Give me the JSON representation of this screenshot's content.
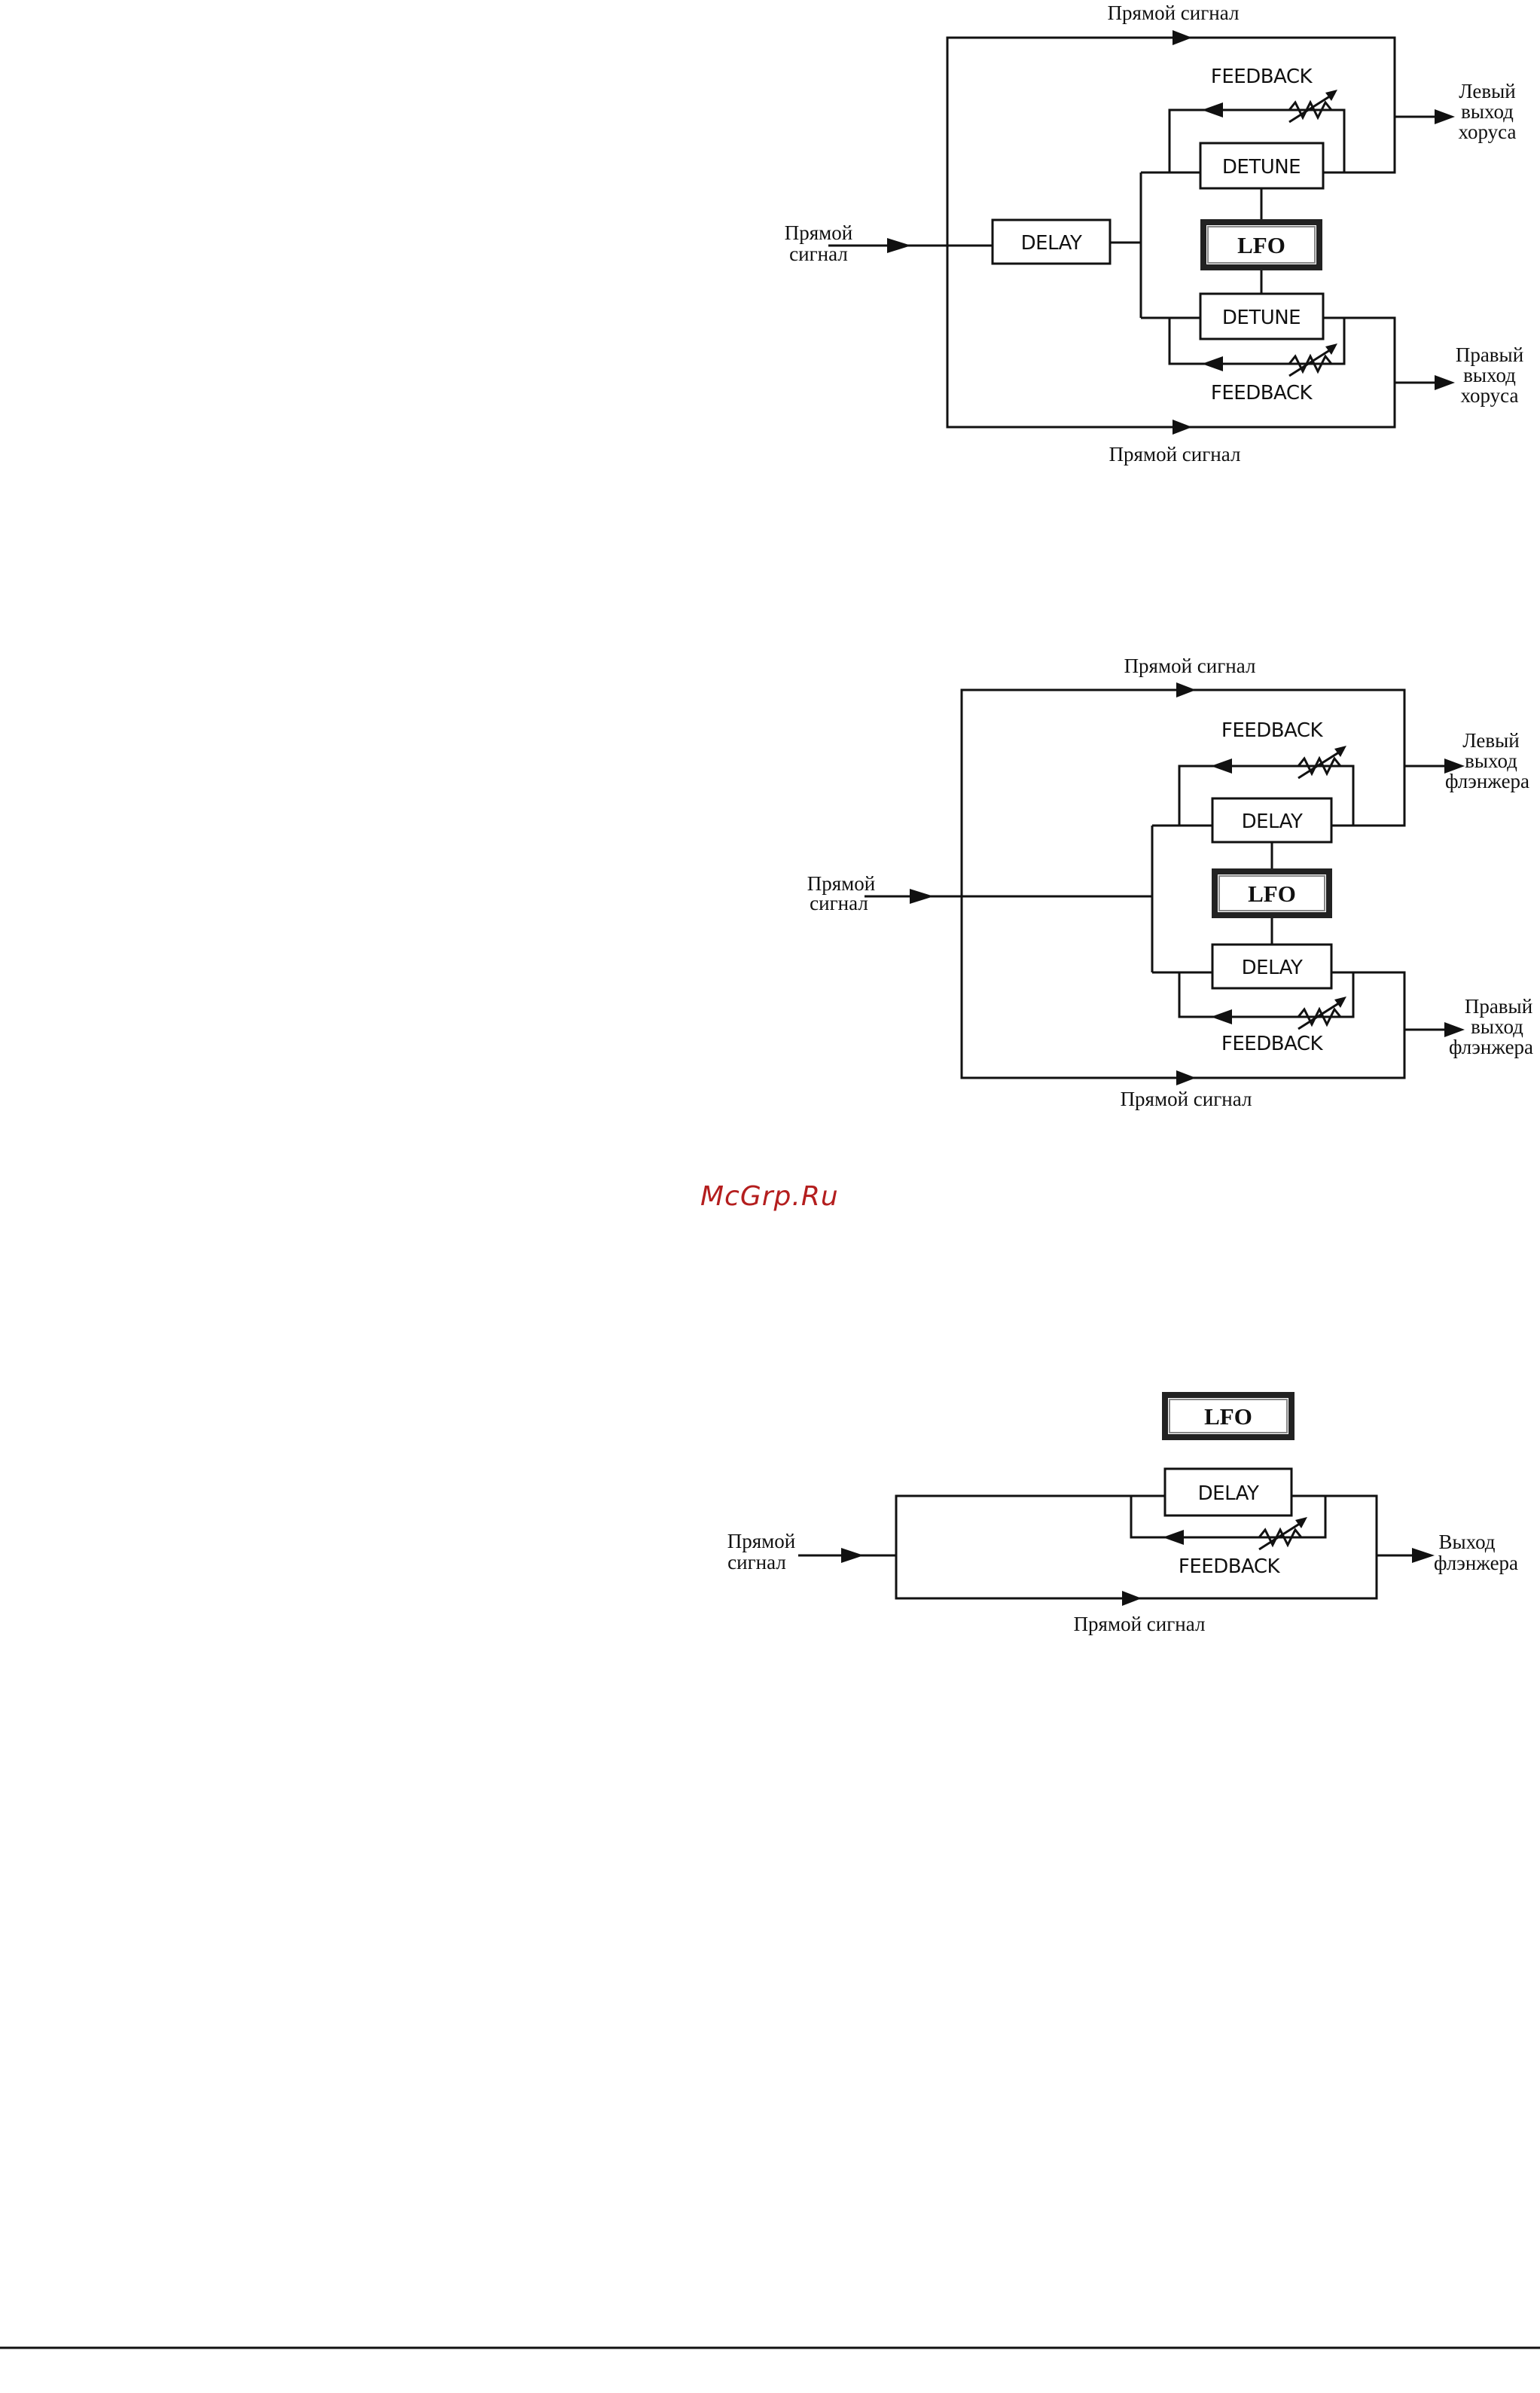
{
  "diagrams": [
    {
      "id": "chorus",
      "input_label": [
        "Прямой",
        "сигнал"
      ],
      "dry_top": "Прямой сигнал",
      "dry_bottom": "Прямой сигнал",
      "delay": "DELAY",
      "detune_top": "DETUNE",
      "detune_bottom": "DETUNE",
      "lfo": "LFO",
      "feedback_top": "FEEDBACK",
      "feedback_bottom": "FEEDBACK",
      "out_left": [
        "Левый",
        "выход",
        "хоруса"
      ],
      "out_right": [
        "Правый",
        "выход",
        "хоруса"
      ]
    },
    {
      "id": "stereo-flanger",
      "input_label": [
        "Прямой",
        "сигнал"
      ],
      "dry_top": "Прямой сигнал",
      "dry_bottom": "Прямой сигнал",
      "delay_top": "DELAY",
      "delay_bottom": "DELAY",
      "lfo": "LFO",
      "feedback_top": "FEEDBACK",
      "feedback_bottom": "FEEDBACK",
      "out_left": [
        "Левый",
        "выход",
        "флэнжера"
      ],
      "out_right": [
        "Правый",
        "выход",
        "флэнжера"
      ]
    },
    {
      "id": "mono-flanger",
      "input_label": [
        "Прямой",
        "сигнал"
      ],
      "dry_bottom": "Прямой сигнал",
      "delay": "DELAY",
      "lfo": "LFO",
      "feedback": "FEEDBACK",
      "output": [
        "Выход",
        "флэнжера"
      ]
    }
  ],
  "watermark": "McGrp.Ru"
}
